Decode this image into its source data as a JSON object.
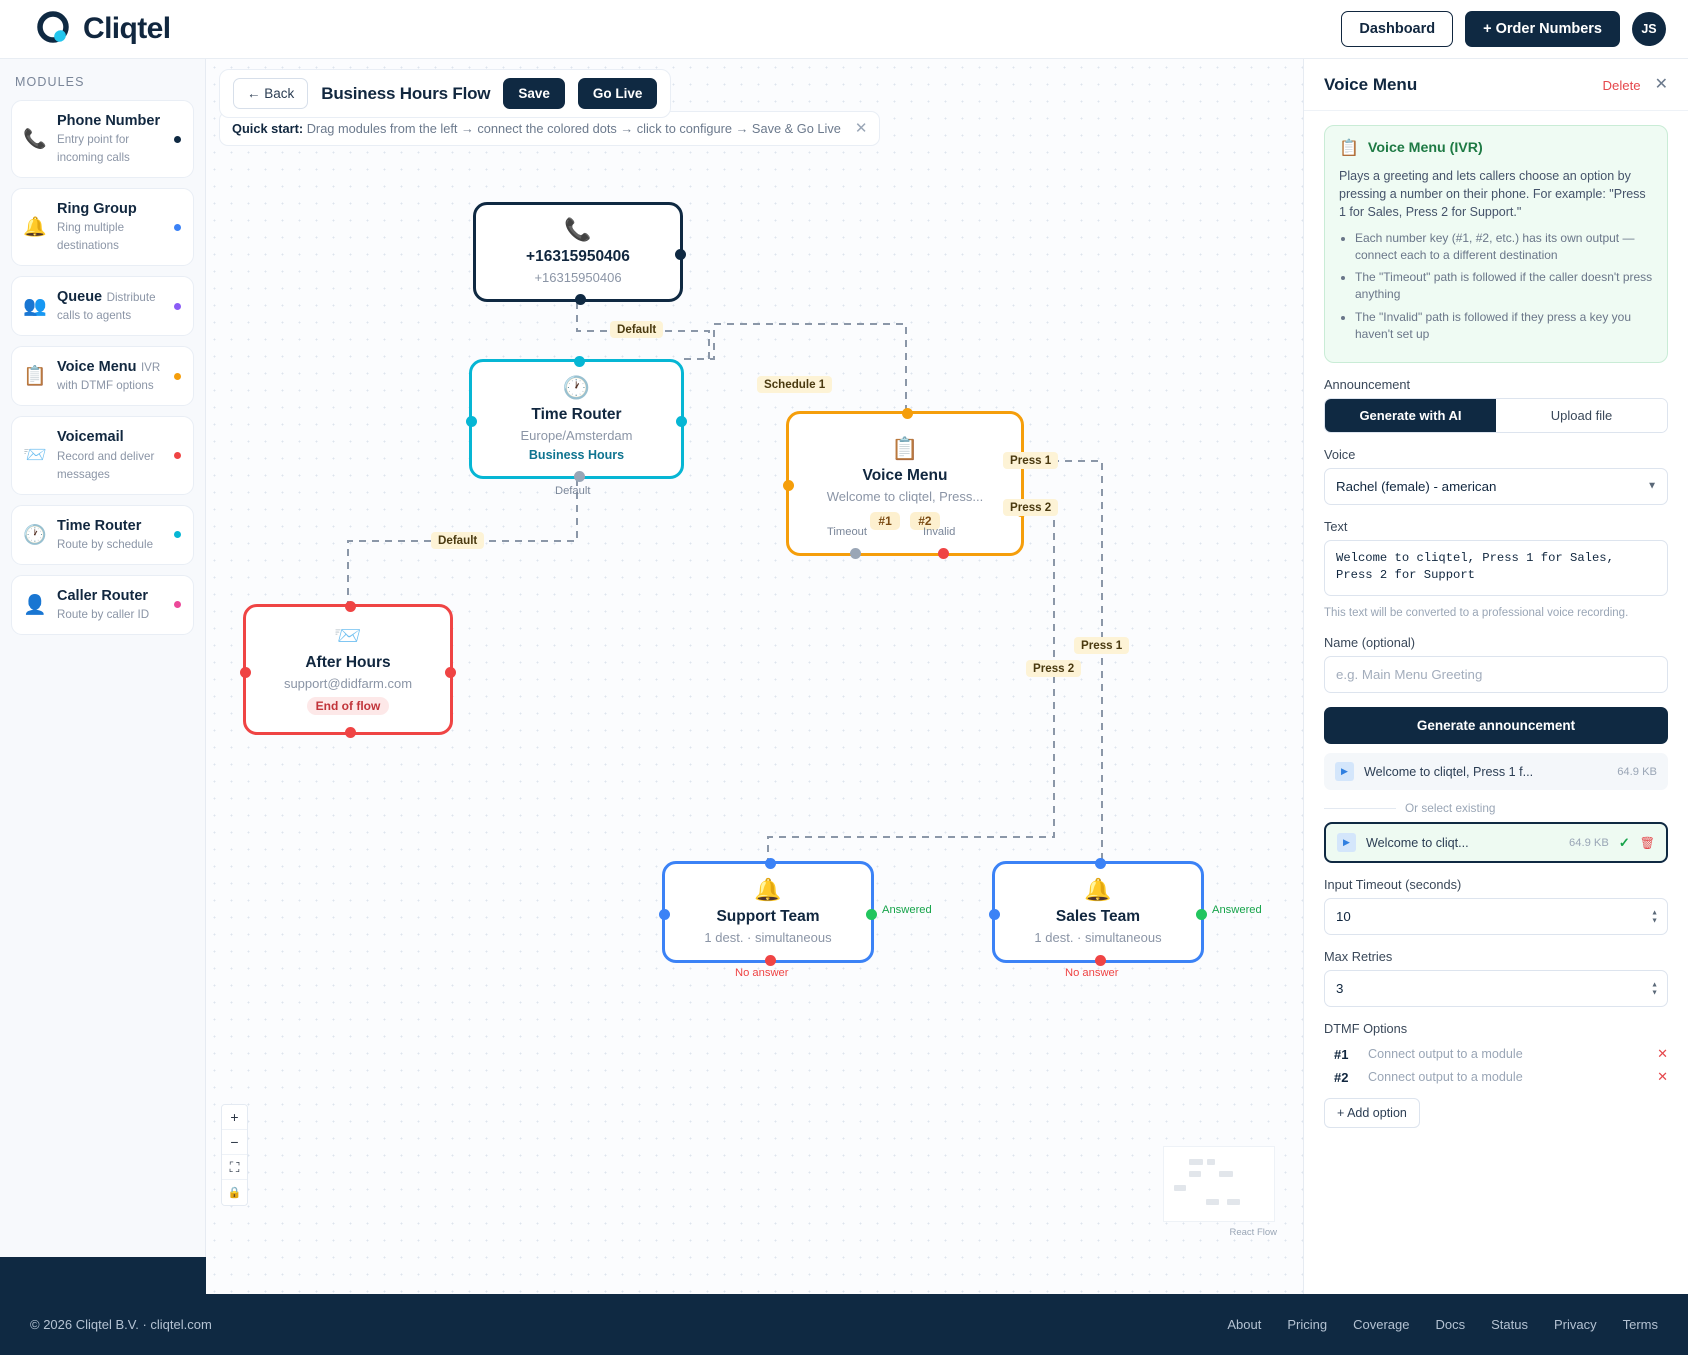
{
  "brand": {
    "name": "Cliqtel",
    "logo_icon": "cliqtel-q-logo"
  },
  "topbar": {
    "dashboard_label": "Dashboard",
    "order_numbers_label": "+ Order Numbers",
    "avatar_initials": "JS"
  },
  "sidebar": {
    "heading": "MODULES",
    "items": [
      {
        "name": "Phone Number",
        "desc": "Entry point for incoming calls",
        "icon": "phone-icon",
        "dot": "#0f2942"
      },
      {
        "name": "Ring Group",
        "desc": "Ring multiple destinations",
        "icon": "bell-icon",
        "dot": "#3b82f6"
      },
      {
        "name": "Queue",
        "desc": "Distribute calls to agents",
        "icon": "people-icon",
        "dot": "#8b5cf6"
      },
      {
        "name": "Voice Menu",
        "desc": "IVR with DTMF options",
        "icon": "clipboard-icon",
        "dot": "#f59e0b"
      },
      {
        "name": "Voicemail",
        "desc": "Record and deliver messages",
        "icon": "envelope-icon",
        "dot": "#ef4444"
      },
      {
        "name": "Time Router",
        "desc": "Route by schedule",
        "icon": "clock-icon",
        "dot": "#06b6d4"
      },
      {
        "name": "Caller Router",
        "desc": "Route by caller ID",
        "icon": "person-icon",
        "dot": "#ec4899"
      }
    ]
  },
  "flow_header": {
    "back_label": "← Back",
    "title": "Business Hours Flow",
    "save_label": "Save",
    "golive_label": "Go Live"
  },
  "quickstart": {
    "label": "Quick start:",
    "text": "Drag modules from the left → connect the colored dots → click to configure → Save & Go Live",
    "close_icon": "close-icon"
  },
  "canvas": {
    "nodes": [
      {
        "id": "phone",
        "title": "+16315950406",
        "sub": "+16315950406",
        "icon": "phone-icon",
        "color": "#0f2942"
      },
      {
        "id": "time_router",
        "title": "Time Router",
        "sub": "Europe/Amsterdam",
        "badge": "Business Hours",
        "icon": "clock-icon",
        "color": "#06b6d4"
      },
      {
        "id": "voice_menu",
        "title": "Voice Menu",
        "sub": "Welcome to cliqtel, Press...",
        "chips": [
          "#1",
          "#2"
        ],
        "ports": [
          "Timeout",
          "Invalid"
        ],
        "icon": "clipboard-icon",
        "color": "#f59e0b"
      },
      {
        "id": "after_hours",
        "title": "After Hours",
        "sub": "support@didfarm.com",
        "badge": "End of flow",
        "icon": "envelope-icon",
        "color": "#ef4444"
      },
      {
        "id": "support_team",
        "title": "Support Team",
        "sub": "1 dest. · simultaneous",
        "port_ok": "Answered",
        "port_no": "No answer",
        "icon": "bell-icon",
        "color": "#3b82f6"
      },
      {
        "id": "sales_team",
        "title": "Sales Team",
        "sub": "1 dest. · simultaneous",
        "port_ok": "Answered",
        "port_no": "No answer",
        "icon": "bell-icon",
        "color": "#3b82f6"
      }
    ],
    "edge_labels": [
      "Default",
      "Schedule 1",
      "Default",
      "Default",
      "Press 1",
      "Press 2",
      "Press 1",
      "Press 2"
    ],
    "controls": {
      "zoom_in": "+",
      "zoom_out": "−",
      "fit_view": "⛶",
      "lock": "🔒"
    },
    "attribution": "React Flow"
  },
  "panel": {
    "title": "Voice Menu",
    "delete_label": "Delete",
    "close_icon": "close-icon",
    "info": {
      "icon": "clipboard-icon",
      "heading": "Voice Menu (IVR)",
      "paragraph": "Plays a greeting and lets callers choose an option by pressing a number on their phone. For example: \"Press 1 for Sales, Press 2 for Support.\"",
      "bullets": [
        "Each number key (#1, #2, etc.) has its own output — connect each to a different destination",
        "The \"Timeout\" path is followed if the caller doesn't press anything",
        "The \"Invalid\" path is followed if they press a key you haven't set up"
      ]
    },
    "announcement_label": "Announcement",
    "tabs": [
      {
        "label": "Generate with AI",
        "active": true
      },
      {
        "label": "Upload file",
        "active": false
      }
    ],
    "voice_label": "Voice",
    "voice_value": "Rachel (female) - american",
    "text_label": "Text",
    "text_value": "Welcome to cliqtel, Press 1 for Sales, Press 2 for Support",
    "text_hint": "This text will be converted to a professional voice recording.",
    "name_label": "Name (optional)",
    "name_placeholder": "e.g. Main Menu Greeting",
    "name_value": "",
    "generate_label": "Generate announcement",
    "audio_generated": {
      "name": "Welcome to cliqtel, Press 1 f...",
      "size": "64.9 KB",
      "icon": "play-icon"
    },
    "or_select_existing": "Or select existing",
    "audio_selected": {
      "name": "Welcome to cliqt...",
      "size": "64.9 KB",
      "check": "✓",
      "trash_icon": "trash-icon"
    },
    "timeout_label": "Input Timeout (seconds)",
    "timeout_value": "10",
    "retries_label": "Max Retries",
    "retries_value": "3",
    "dtmf_label": "DTMF Options",
    "dtmf_options": [
      {
        "key": "#1",
        "value": "Connect output to a module"
      },
      {
        "key": "#2",
        "value": "Connect output to a module"
      }
    ],
    "add_option_label": "+ Add option"
  },
  "footer": {
    "copyright": "© 2026 Cliqtel B.V. · cliqtel.com",
    "links": [
      "About",
      "Pricing",
      "Coverage",
      "Docs",
      "Status",
      "Privacy",
      "Terms"
    ]
  }
}
